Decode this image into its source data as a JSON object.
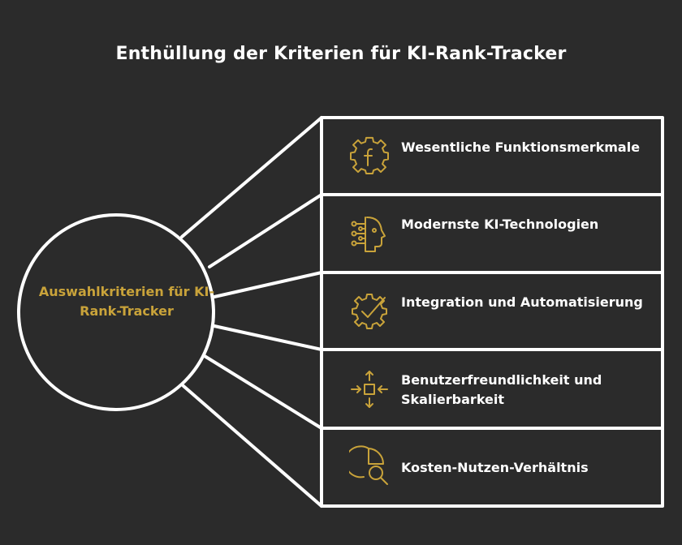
{
  "title": "Enthüllung der Kriterien für KI-Rank-Tracker",
  "hub": {
    "label": "Auswahlkriterien für KI-Rank-Tracker"
  },
  "items": [
    {
      "label": "Wesentliche Funktionsmerkmale",
      "icon": "gear-f-icon"
    },
    {
      "label": "Modernste KI-Technologien",
      "icon": "ai-head-icon"
    },
    {
      "label": "Integration und Automatisierung",
      "icon": "gear-check-icon"
    },
    {
      "label": "Benutzerfreundlichkeit und Skalierbarkeit",
      "icon": "expand-arrows-icon"
    },
    {
      "label": "Kosten-Nutzen-Verhältnis",
      "icon": "pie-magnifier-icon"
    }
  ],
  "colors": {
    "background": "#2b2b2b",
    "accent": "#c9a33a",
    "line": "#ffffff"
  }
}
